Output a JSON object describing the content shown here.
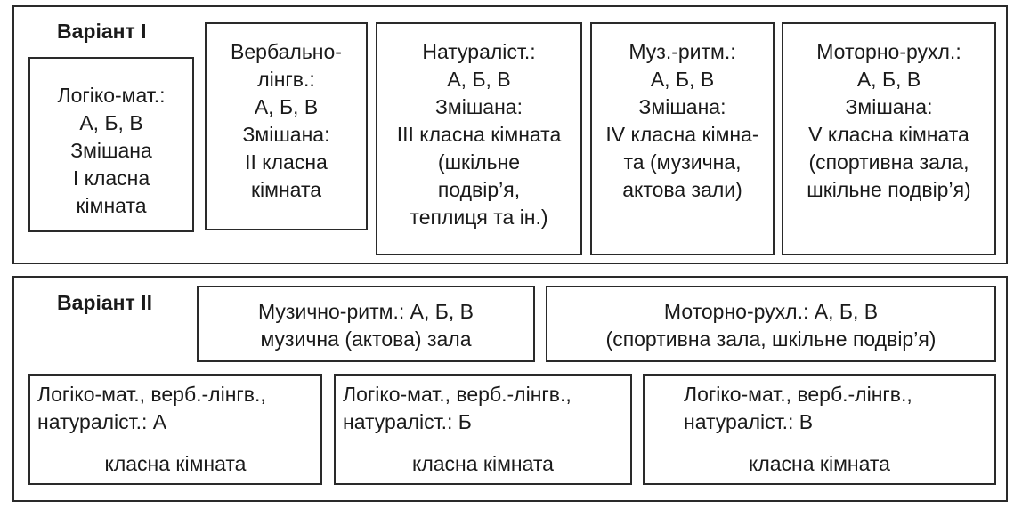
{
  "variant1": {
    "title": "Варіант І",
    "boxes": [
      {
        "lines": [
          "Логіко-мат.:",
          "А, Б, В",
          "Змішана",
          "І класна",
          "кімната"
        ]
      },
      {
        "lines": [
          "Вербально-",
          "лінгв.:",
          "А, Б, В",
          "Змішана:",
          "ІІ класна",
          "кімната"
        ]
      },
      {
        "lines": [
          "Натураліст.:",
          "А, Б, В",
          "Змішана:",
          "ІІІ класна кімната",
          "(шкільне",
          "подвір’я,",
          "теплиця та ін.)"
        ]
      },
      {
        "lines": [
          "Муз.-ритм.:",
          "А, Б, В",
          "Змішана:",
          "IV класна кімна-",
          "та (музична,",
          "актова зали)"
        ]
      },
      {
        "lines": [
          "Моторно-рухл.:",
          "А, Б, В",
          "Змішана:",
          "V класна кімната",
          "(спортивна зала,",
          "шкільне подвір’я)"
        ]
      }
    ]
  },
  "variant2": {
    "title": "Варіант ІІ",
    "top_boxes": [
      {
        "lines": [
          "Музично-ритм.: А, Б, В",
          "музична (актова) зала"
        ]
      },
      {
        "lines": [
          "Моторно-рухл.: А, Б, В",
          "(спортивна зала, шкільне подвір’я)"
        ]
      }
    ],
    "bottom_boxes": [
      {
        "lines": [
          "Логіко-мат., верб.-лінгв.,",
          "натураліст.: А"
        ],
        "room": "класна кімната"
      },
      {
        "lines": [
          "Логіко-мат., верб.-лінгв.,",
          "натураліст.: Б"
        ],
        "room": "класна кімната"
      },
      {
        "lines": [
          "Логіко-мат., верб.-лінгв.,",
          "натураліст.: В"
        ],
        "room": "класна кімната"
      }
    ]
  }
}
